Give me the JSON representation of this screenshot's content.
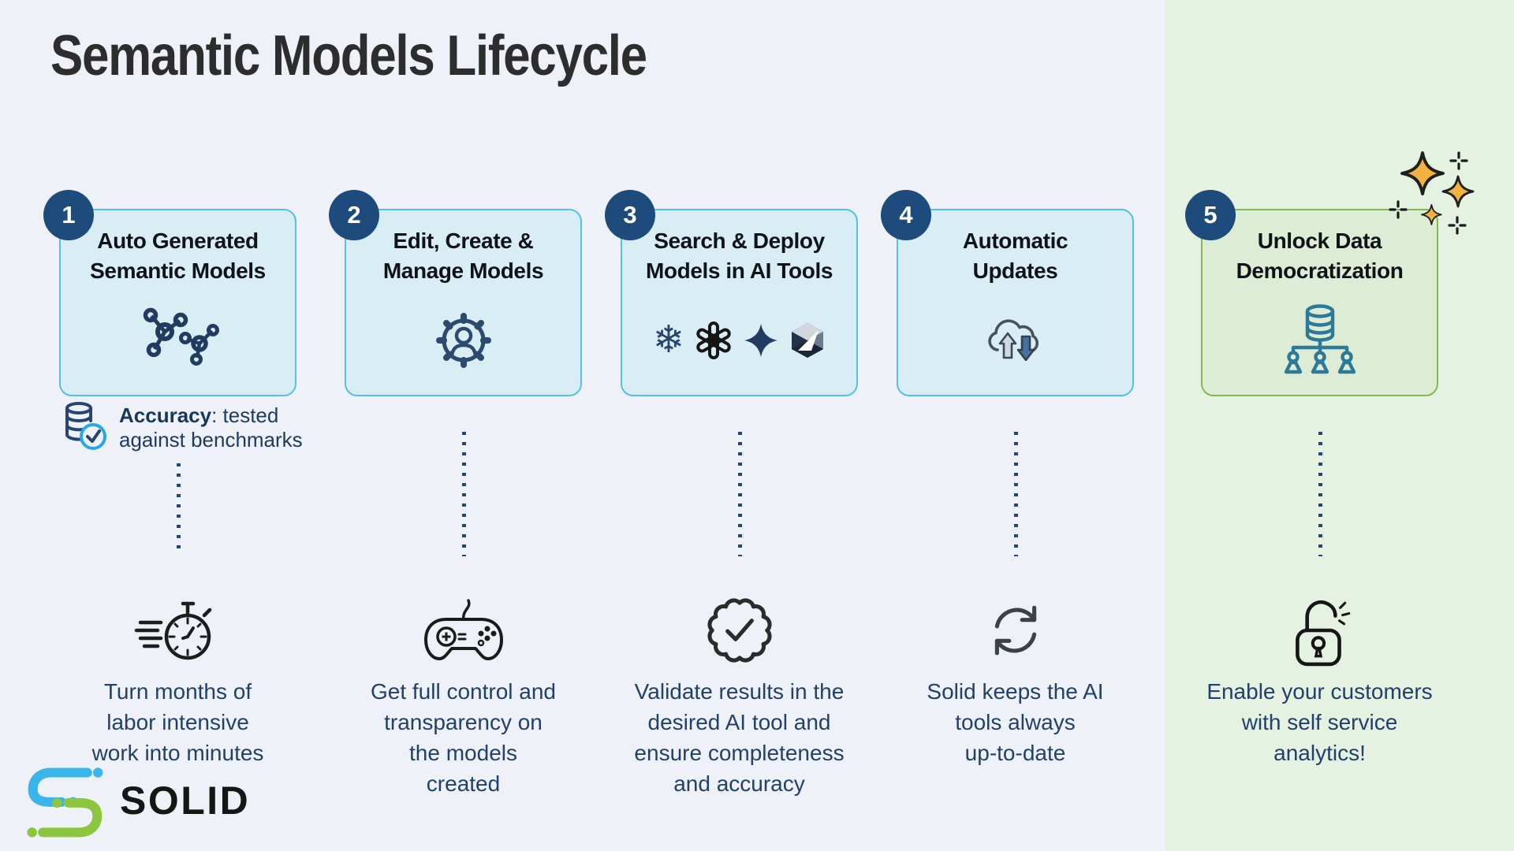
{
  "page": {
    "title": "Semantic Models Lifecycle"
  },
  "colors": {
    "background": "#eef1f7",
    "highlight_panel": "#e5f1e1",
    "card_fill": "#d9edf4",
    "card_border": "#55bfe6",
    "green_card_fill": "#ddecd4",
    "green_card_border": "#84ba4b",
    "badge": "#1d4b7c",
    "title_text": "#2d2d30",
    "description_text": "#21406b",
    "icon_navy": "#27456e",
    "icon_teal": "#2d7998",
    "check_blue": "#29a9e1",
    "sparkle_gold": "#f3b13f",
    "logo_blue": "#3ab5e9",
    "logo_green": "#8cc63f"
  },
  "steps": [
    {
      "number": "1",
      "title_lines": [
        "Auto Generated",
        "Semantic Models"
      ],
      "card_icon": "molecule-models-icon",
      "note": {
        "icon": "database-check-icon",
        "bold": "Accuracy",
        "rest": ": tested",
        "line2": "against benchmarks"
      },
      "bottom_icon": "stopwatch-icon",
      "description_lines": [
        "Turn months of",
        "labor intensive",
        "work into minutes"
      ]
    },
    {
      "number": "2",
      "title_lines": [
        "Edit, Create &",
        "Manage Models"
      ],
      "card_icon": "gear-user-icon",
      "bottom_icon": "gamepad-icon",
      "description_lines": [
        "Get full control and",
        "transparency on",
        "the models",
        "created"
      ]
    },
    {
      "number": "3",
      "title_lines": [
        "Search & Deploy",
        "Models in AI Tools"
      ],
      "card_icon": "ai-tool-logos",
      "tool_icons": [
        "snowflake-icon",
        "openai-icon",
        "gemini-icon",
        "cube-icon"
      ],
      "snowflake_glyph": "❄",
      "bottom_icon": "verified-badge-icon",
      "description_lines": [
        "Validate results in the",
        "desired AI tool and",
        "ensure completeness",
        "and accuracy"
      ]
    },
    {
      "number": "4",
      "title_lines": [
        "Automatic",
        "Updates"
      ],
      "card_icon": "cloud-sync-icon",
      "bottom_icon": "refresh-icon",
      "description_lines": [
        "Solid keeps the AI",
        "tools always",
        "up-to-date"
      ]
    },
    {
      "number": "5",
      "title_lines": [
        "Unlock Data",
        "Democratization"
      ],
      "card_icon": "database-users-icon",
      "decoration": "gold-sparkles",
      "bottom_icon": "unlocked-padlock-icon",
      "description_lines": [
        "Enable your customers",
        "with self service",
        "analytics!"
      ]
    }
  ],
  "brand": {
    "logo_text": "SOLID"
  }
}
